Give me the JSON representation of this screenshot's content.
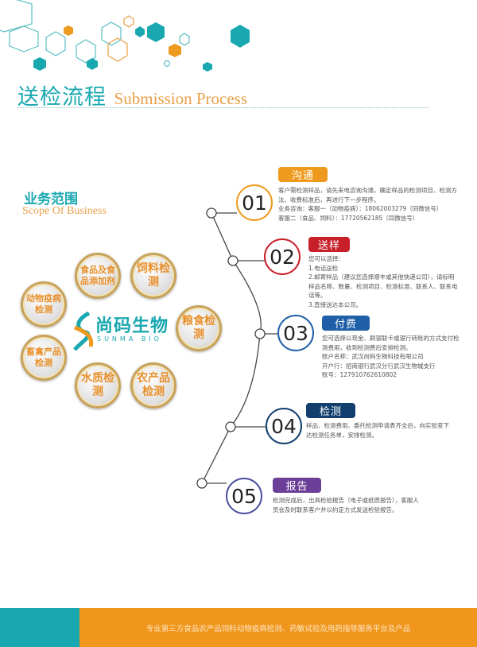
{
  "header": {
    "title_cn": "送检流程",
    "title_en": "Submission Process"
  },
  "scope": {
    "title_cn": "业务范围",
    "title_en": "Scope Of Business",
    "items": [
      "食品及食品添加剂",
      "饲料检测",
      "动物疫病检测",
      "粮食检测",
      "畜禽产品检测",
      "水质检测",
      "农产品检测"
    ]
  },
  "logo": {
    "cn": "尚码生物",
    "en": "SUNMA BIO"
  },
  "steps": [
    {
      "num": "01",
      "label": "沟通",
      "color": "#ee9a1e",
      "lines": [
        "客户需检测样品，请先来电咨询沟通，确定样品的检测项目、检测方法、收费标准后，再进行下一步程序。",
        "业务咨询：客服一（动物疫病）：18062003279（同微信号）",
        "客服二（食品、饲料）：17720562185（同微信号）"
      ]
    },
    {
      "num": "02",
      "label": "送样",
      "color": "#c8202a",
      "lines": [
        "您可以选择：",
        "1.电话送检",
        "2.邮寄样品（建议您选择顺丰或其他快递公司），请标明样品名称、数量、检测项目、检测标准、联系人、联系电话等。",
        "3.直接送达本公司。"
      ]
    },
    {
      "num": "03",
      "label": "付费",
      "color": "#1f5fa8",
      "lines": [
        "您可选择以现金、刷银联卡或银行转账的方式支付检测费用，收到检测费后安排检测。",
        "账户名称：武汉尚码生物科技有限公司",
        "开户行：招商银行武汉分行武汉生物城支行",
        "账号：127910762610802"
      ]
    },
    {
      "num": "04",
      "label": "检测",
      "color": "#123f6e",
      "lines": [
        "样品、检测费用、委托检测申请表齐全后，向实验室下达检测任务单，安排检测。"
      ]
    },
    {
      "num": "05",
      "label": "报告",
      "color": "#6b3f98",
      "lines": [
        "检测完成后，出具检验报告（电子或纸质报告），客服人员会及时联系客户并以约定方式发送检验报告。"
      ]
    }
  ],
  "footer": {
    "text": "专业第三方食品农产品饲料动物疫病检测、药敏试验及用药指导服务平台及产品"
  }
}
